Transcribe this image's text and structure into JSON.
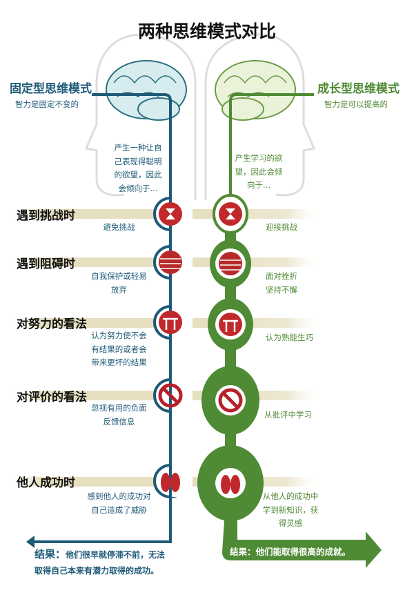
{
  "title": "两种思维模式对比",
  "colors": {
    "fixed": "#1e5a78",
    "growth": "#4f8a34",
    "icon": "#c0282c",
    "bar": "#e8e2c6"
  },
  "fixed": {
    "heading": "固定型思维模式",
    "subheading": "智力是固定不变的",
    "intro": [
      "产生一种让自",
      "己表现得聪明",
      "的欲望，因此",
      "会倾向于..."
    ],
    "result_label": "结果：",
    "result_lines": [
      "他们很早就停滞不前，无法",
      "取得自己本来有潜力取得的成功。"
    ]
  },
  "growth": {
    "heading": "成长型思维模式",
    "subheading": "智力是可以提高的",
    "intro": [
      "产生学习的欲",
      "望，因此会倾",
      "向于..."
    ],
    "result": "结果：他们能取得很高的成就。"
  },
  "rows": [
    {
      "label": "遇到挑战时",
      "icon": "arrows-icon",
      "fixed": [
        "避免挑战"
      ],
      "growth": [
        "迎接挑战"
      ]
    },
    {
      "label": "遇到阻碍时",
      "icon": "brick-wall-icon",
      "fixed": [
        "自我保护或轻易",
        "放弃"
      ],
      "growth": [
        "面对挫折",
        "坚持不懈"
      ]
    },
    {
      "label": "对努力的看法",
      "icon": "weightlifter-icon",
      "fixed": [
        "认为努力使不会",
        "有结果的或者会",
        "带来更坏的结果"
      ],
      "growth": [
        "认为熟能生巧"
      ]
    },
    {
      "label": "对评价的看法",
      "icon": "prohibited-icon",
      "fixed": [
        "忽视有用的负面",
        "反馈信息"
      ],
      "growth": [
        "从批评中学习"
      ]
    },
    {
      "label": "他人成功时",
      "icon": "lungs-icon",
      "fixed": [
        "感到他人的成功对",
        "自己造成了威胁"
      ],
      "growth": [
        "从他人的成功中",
        "学到新知识，获",
        "得灵感"
      ]
    }
  ]
}
